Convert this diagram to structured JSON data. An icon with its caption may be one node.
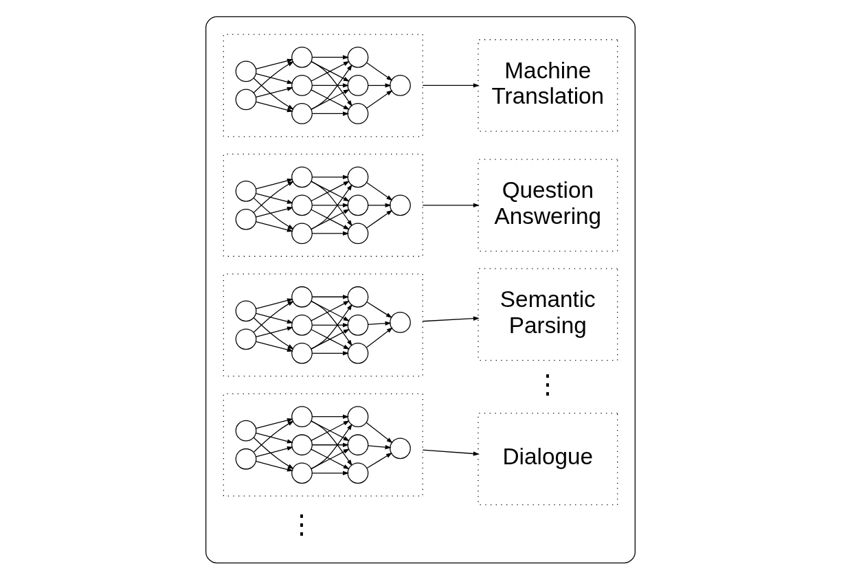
{
  "diagram": {
    "nodes": [
      {
        "text": [],
        "shape": "box"
      },
      {
        "text": [],
        "shape": "box",
        "in": 0
      },
      {
        "text": [],
        "shape": "circle",
        "in": 1
      },
      {
        "text": [],
        "shape": "circle",
        "in": 1
      },
      {
        "text": [],
        "shape": "circle",
        "in": 1
      },
      {
        "text": [],
        "shape": "circle",
        "in": 1
      },
      {
        "text": [],
        "shape": "circle",
        "in": 1
      },
      {
        "text": [],
        "shape": "circle",
        "in": 1
      },
      {
        "text": [],
        "shape": "circle",
        "in": 1
      },
      {
        "text": [],
        "shape": "circle",
        "in": 1
      },
      {
        "text": [],
        "shape": "circle",
        "in": 1
      },
      {
        "text": [
          "Machine Translation"
        ],
        "in": 0
      },
      {
        "text": [],
        "shape": "box",
        "in": 0
      },
      {
        "text": [],
        "shape": "circle",
        "in": 12
      },
      {
        "text": [],
        "shape": "circle",
        "in": 12
      },
      {
        "text": [],
        "shape": "circle",
        "in": 12
      },
      {
        "text": [],
        "shape": "circle",
        "in": 12
      },
      {
        "text": [],
        "shape": "circle",
        "in": 12
      },
      {
        "text": [],
        "shape": "circle",
        "in": 12
      },
      {
        "text": [],
        "shape": "circle",
        "in": 12
      },
      {
        "text": [],
        "shape": "circle",
        "in": 12
      },
      {
        "text": [],
        "shape": "circle",
        "in": 12
      },
      {
        "text": [
          "Question Answering"
        ],
        "in": 0
      },
      {
        "text": [],
        "shape": "box",
        "in": 0
      },
      {
        "text": [],
        "shape": "circle",
        "in": 23
      },
      {
        "text": [],
        "shape": "circle",
        "in": 23
      },
      {
        "text": [],
        "shape": "circle",
        "in": 23
      },
      {
        "text": [],
        "shape": "circle",
        "in": 23
      },
      {
        "text": [],
        "shape": "circle",
        "in": 23
      },
      {
        "text": [],
        "shape": "circle",
        "in": 23
      },
      {
        "text": [],
        "shape": "circle",
        "in": 23
      },
      {
        "text": [],
        "shape": "circle",
        "in": 23
      },
      {
        "text": [],
        "shape": "circle",
        "in": 23
      },
      {
        "text": [
          "Semantic Parsing"
        ],
        "in": 0
      },
      {
        "text": [],
        "shape": "box",
        "in": 0
      },
      {
        "text": [],
        "shape": "circle",
        "in": 34
      },
      {
        "text": [],
        "shape": "circle",
        "in": 34
      },
      {
        "text": [],
        "shape": "circle",
        "in": 34
      },
      {
        "text": [],
        "shape": "circle",
        "in": 34
      },
      {
        "text": [],
        "shape": "circle",
        "in": 34
      },
      {
        "text": [],
        "shape": "circle",
        "in": 34
      },
      {
        "text": [],
        "shape": "circle",
        "in": 34
      },
      {
        "text": [],
        "shape": "circle",
        "in": 34
      },
      {
        "text": [],
        "shape": "circle",
        "in": 34
      },
      {
        "text": [
          "Dialogue"
        ],
        "in": 0
      }
    ],
    "edges": [
      {
        "from": 2,
        "to": 4,
        "arrow": "to"
      },
      {
        "from": 2,
        "to": 5,
        "arrow": "to"
      },
      {
        "from": 2,
        "to": 6,
        "arrow": "to"
      },
      {
        "from": 3,
        "to": 4,
        "arrow": "to"
      },
      {
        "from": 3,
        "to": 5,
        "arrow": "to"
      },
      {
        "from": 3,
        "to": 6,
        "arrow": "to"
      },
      {
        "from": 4,
        "to": 7,
        "arrow": "to"
      },
      {
        "from": 4,
        "to": 8,
        "arrow": "to"
      },
      {
        "from": 4,
        "to": 9,
        "arrow": "to"
      },
      {
        "from": 5,
        "to": 7,
        "arrow": "to"
      },
      {
        "from": 5,
        "to": 8,
        "arrow": "to"
      },
      {
        "from": 5,
        "to": 9,
        "arrow": "to"
      },
      {
        "from": 6,
        "to": 7,
        "arrow": "to"
      },
      {
        "from": 6,
        "to": 8,
        "arrow": "to"
      },
      {
        "from": 6,
        "to": 9,
        "arrow": "to"
      },
      {
        "from": 7,
        "to": 10,
        "arrow": "to"
      },
      {
        "from": 8,
        "to": 10,
        "arrow": "to"
      },
      {
        "from": 9,
        "to": 10,
        "arrow": "to"
      },
      {
        "from": 1,
        "to": 11,
        "arrow": "to"
      },
      {
        "from": 13,
        "to": 15,
        "arrow": "to"
      },
      {
        "from": 13,
        "to": 16,
        "arrow": "to"
      },
      {
        "from": 13,
        "to": 17,
        "arrow": "to"
      },
      {
        "from": 14,
        "to": 15,
        "arrow": "to"
      },
      {
        "from": 14,
        "to": 16,
        "arrow": "to"
      },
      {
        "from": 14,
        "to": 17,
        "arrow": "to"
      },
      {
        "from": 15,
        "to": 18,
        "arrow": "to"
      },
      {
        "from": 15,
        "to": 19,
        "arrow": "to"
      },
      {
        "from": 15,
        "to": 20,
        "arrow": "to"
      },
      {
        "from": 16,
        "to": 18,
        "arrow": "to"
      },
      {
        "from": 16,
        "to": 19,
        "arrow": "to"
      },
      {
        "from": 16,
        "to": 20,
        "arrow": "to"
      },
      {
        "from": 17,
        "to": 18,
        "arrow": "to"
      },
      {
        "from": 17,
        "to": 19,
        "arrow": "to"
      },
      {
        "from": 17,
        "to": 20,
        "arrow": "to"
      },
      {
        "from": 18,
        "to": 21,
        "arrow": "to"
      },
      {
        "from": 19,
        "to": 21,
        "arrow": "to"
      },
      {
        "from": 20,
        "to": 21,
        "arrow": "to"
      },
      {
        "from": 12,
        "to": 22,
        "arrow": "to"
      },
      {
        "from": 24,
        "to": 26,
        "arrow": "to"
      },
      {
        "from": 24,
        "to": 27,
        "arrow": "to"
      },
      {
        "from": 24,
        "to": 28,
        "arrow": "to"
      },
      {
        "from": 25,
        "to": 26,
        "arrow": "to"
      },
      {
        "from": 25,
        "to": 27,
        "arrow": "to"
      },
      {
        "from": 25,
        "to": 28,
        "arrow": "to"
      },
      {
        "from": 26,
        "to": 29,
        "arrow": "to"
      },
      {
        "from": 26,
        "to": 30,
        "arrow": "to"
      },
      {
        "from": 26,
        "to": 31,
        "arrow": "to"
      },
      {
        "from": 27,
        "to": 29,
        "arrow": "to"
      },
      {
        "from": 27,
        "to": 30,
        "arrow": "to"
      },
      {
        "from": 27,
        "to": 31,
        "arrow": "to"
      },
      {
        "from": 28,
        "to": 29,
        "arrow": "to"
      },
      {
        "from": 28,
        "to": 30,
        "arrow": "to"
      },
      {
        "from": 28,
        "to": 31,
        "arrow": "to"
      },
      {
        "from": 29,
        "to": 32,
        "arrow": "to"
      },
      {
        "from": 30,
        "to": 32,
        "arrow": "to"
      },
      {
        "from": 31,
        "to": 32,
        "arrow": "to"
      },
      {
        "from": 23,
        "to": 33,
        "arrow": "to"
      },
      {
        "from": 35,
        "to": 37,
        "arrow": "to"
      },
      {
        "from": 35,
        "to": 38,
        "arrow": "to"
      },
      {
        "from": 35,
        "to": 39,
        "arrow": "to"
      },
      {
        "from": 36,
        "to": 37,
        "arrow": "to"
      },
      {
        "from": 36,
        "to": 38,
        "arrow": "to"
      },
      {
        "from": 36,
        "to": 39,
        "arrow": "to"
      },
      {
        "from": 37,
        "to": 40,
        "arrow": "to"
      },
      {
        "from": 37,
        "to": 41,
        "arrow": "to"
      },
      {
        "from": 37,
        "to": 42,
        "arrow": "to"
      },
      {
        "from": 38,
        "to": 40,
        "arrow": "to"
      },
      {
        "from": 38,
        "to": 41,
        "arrow": "to"
      },
      {
        "from": 38,
        "to": 42,
        "arrow": "to"
      },
      {
        "from": 39,
        "to": 40,
        "arrow": "to"
      },
      {
        "from": 39,
        "to": 41,
        "arrow": "to"
      },
      {
        "from": 39,
        "to": 42,
        "arrow": "to"
      },
      {
        "from": 40,
        "to": 43,
        "arrow": "to"
      },
      {
        "from": 41,
        "to": 43,
        "arrow": "to"
      },
      {
        "from": 42,
        "to": 43,
        "arrow": "to"
      },
      {
        "from": 34,
        "to": 44,
        "arrow": "to"
      }
    ],
    "labels": [
      "⋮",
      "⋮"
    ]
  }
}
